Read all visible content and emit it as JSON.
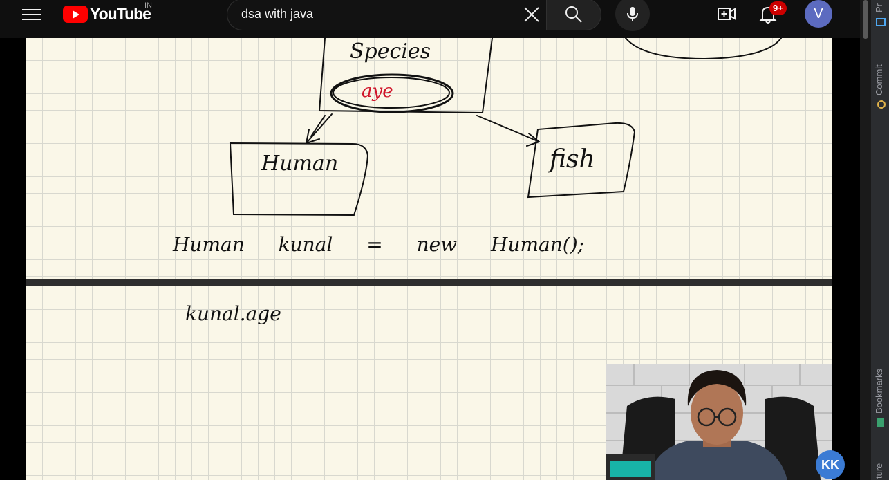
{
  "header": {
    "logo_text": "YouTube",
    "country_code": "IN",
    "search_value": "dsa with java",
    "notification_badge": "9+",
    "avatar_letter": "V"
  },
  "ide_sidebar": {
    "items": [
      "Pr",
      "Commit",
      "Bookmarks",
      "ture"
    ]
  },
  "video": {
    "handwriting": {
      "species_box": "Species",
      "species_field": "aye",
      "child_left": "Human",
      "child_right": "fish",
      "code_line": "Human kunal = new Human();",
      "code_line_2": "kunal.age"
    },
    "watermark_logo": "KK"
  },
  "colors": {
    "brand_red": "#ff0000",
    "badge_red": "#cc0000",
    "avatar_bg": "#5c6bc0",
    "paper": "#faf7e8",
    "ink": "#111111",
    "red_ink": "#d0152a"
  },
  "icons": [
    "menu-icon",
    "clear-icon",
    "search-icon",
    "mic-icon",
    "create-icon",
    "bell-icon"
  ]
}
